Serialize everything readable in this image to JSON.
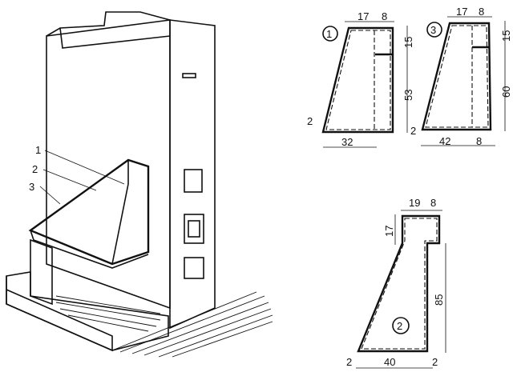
{
  "callouts": [
    "1",
    "2",
    "3"
  ],
  "part1": {
    "number": "1",
    "dims": {
      "top_left": "17",
      "top_right": "8",
      "height_top": "15",
      "height_main": "53",
      "bottom": "32",
      "offset": "2"
    }
  },
  "part3": {
    "number": "3",
    "dims": {
      "top_left": "17",
      "top_right": "8",
      "height_top": "15",
      "height_main": "60",
      "bottom_left": "42",
      "bottom_right": "8",
      "offset": "2"
    }
  },
  "part2": {
    "number": "2",
    "dims": {
      "top_left": "19",
      "top_right": "8",
      "height_top": "17",
      "height_main": "85",
      "bottom": "40",
      "offset_left": "2",
      "offset_right": "2"
    }
  }
}
